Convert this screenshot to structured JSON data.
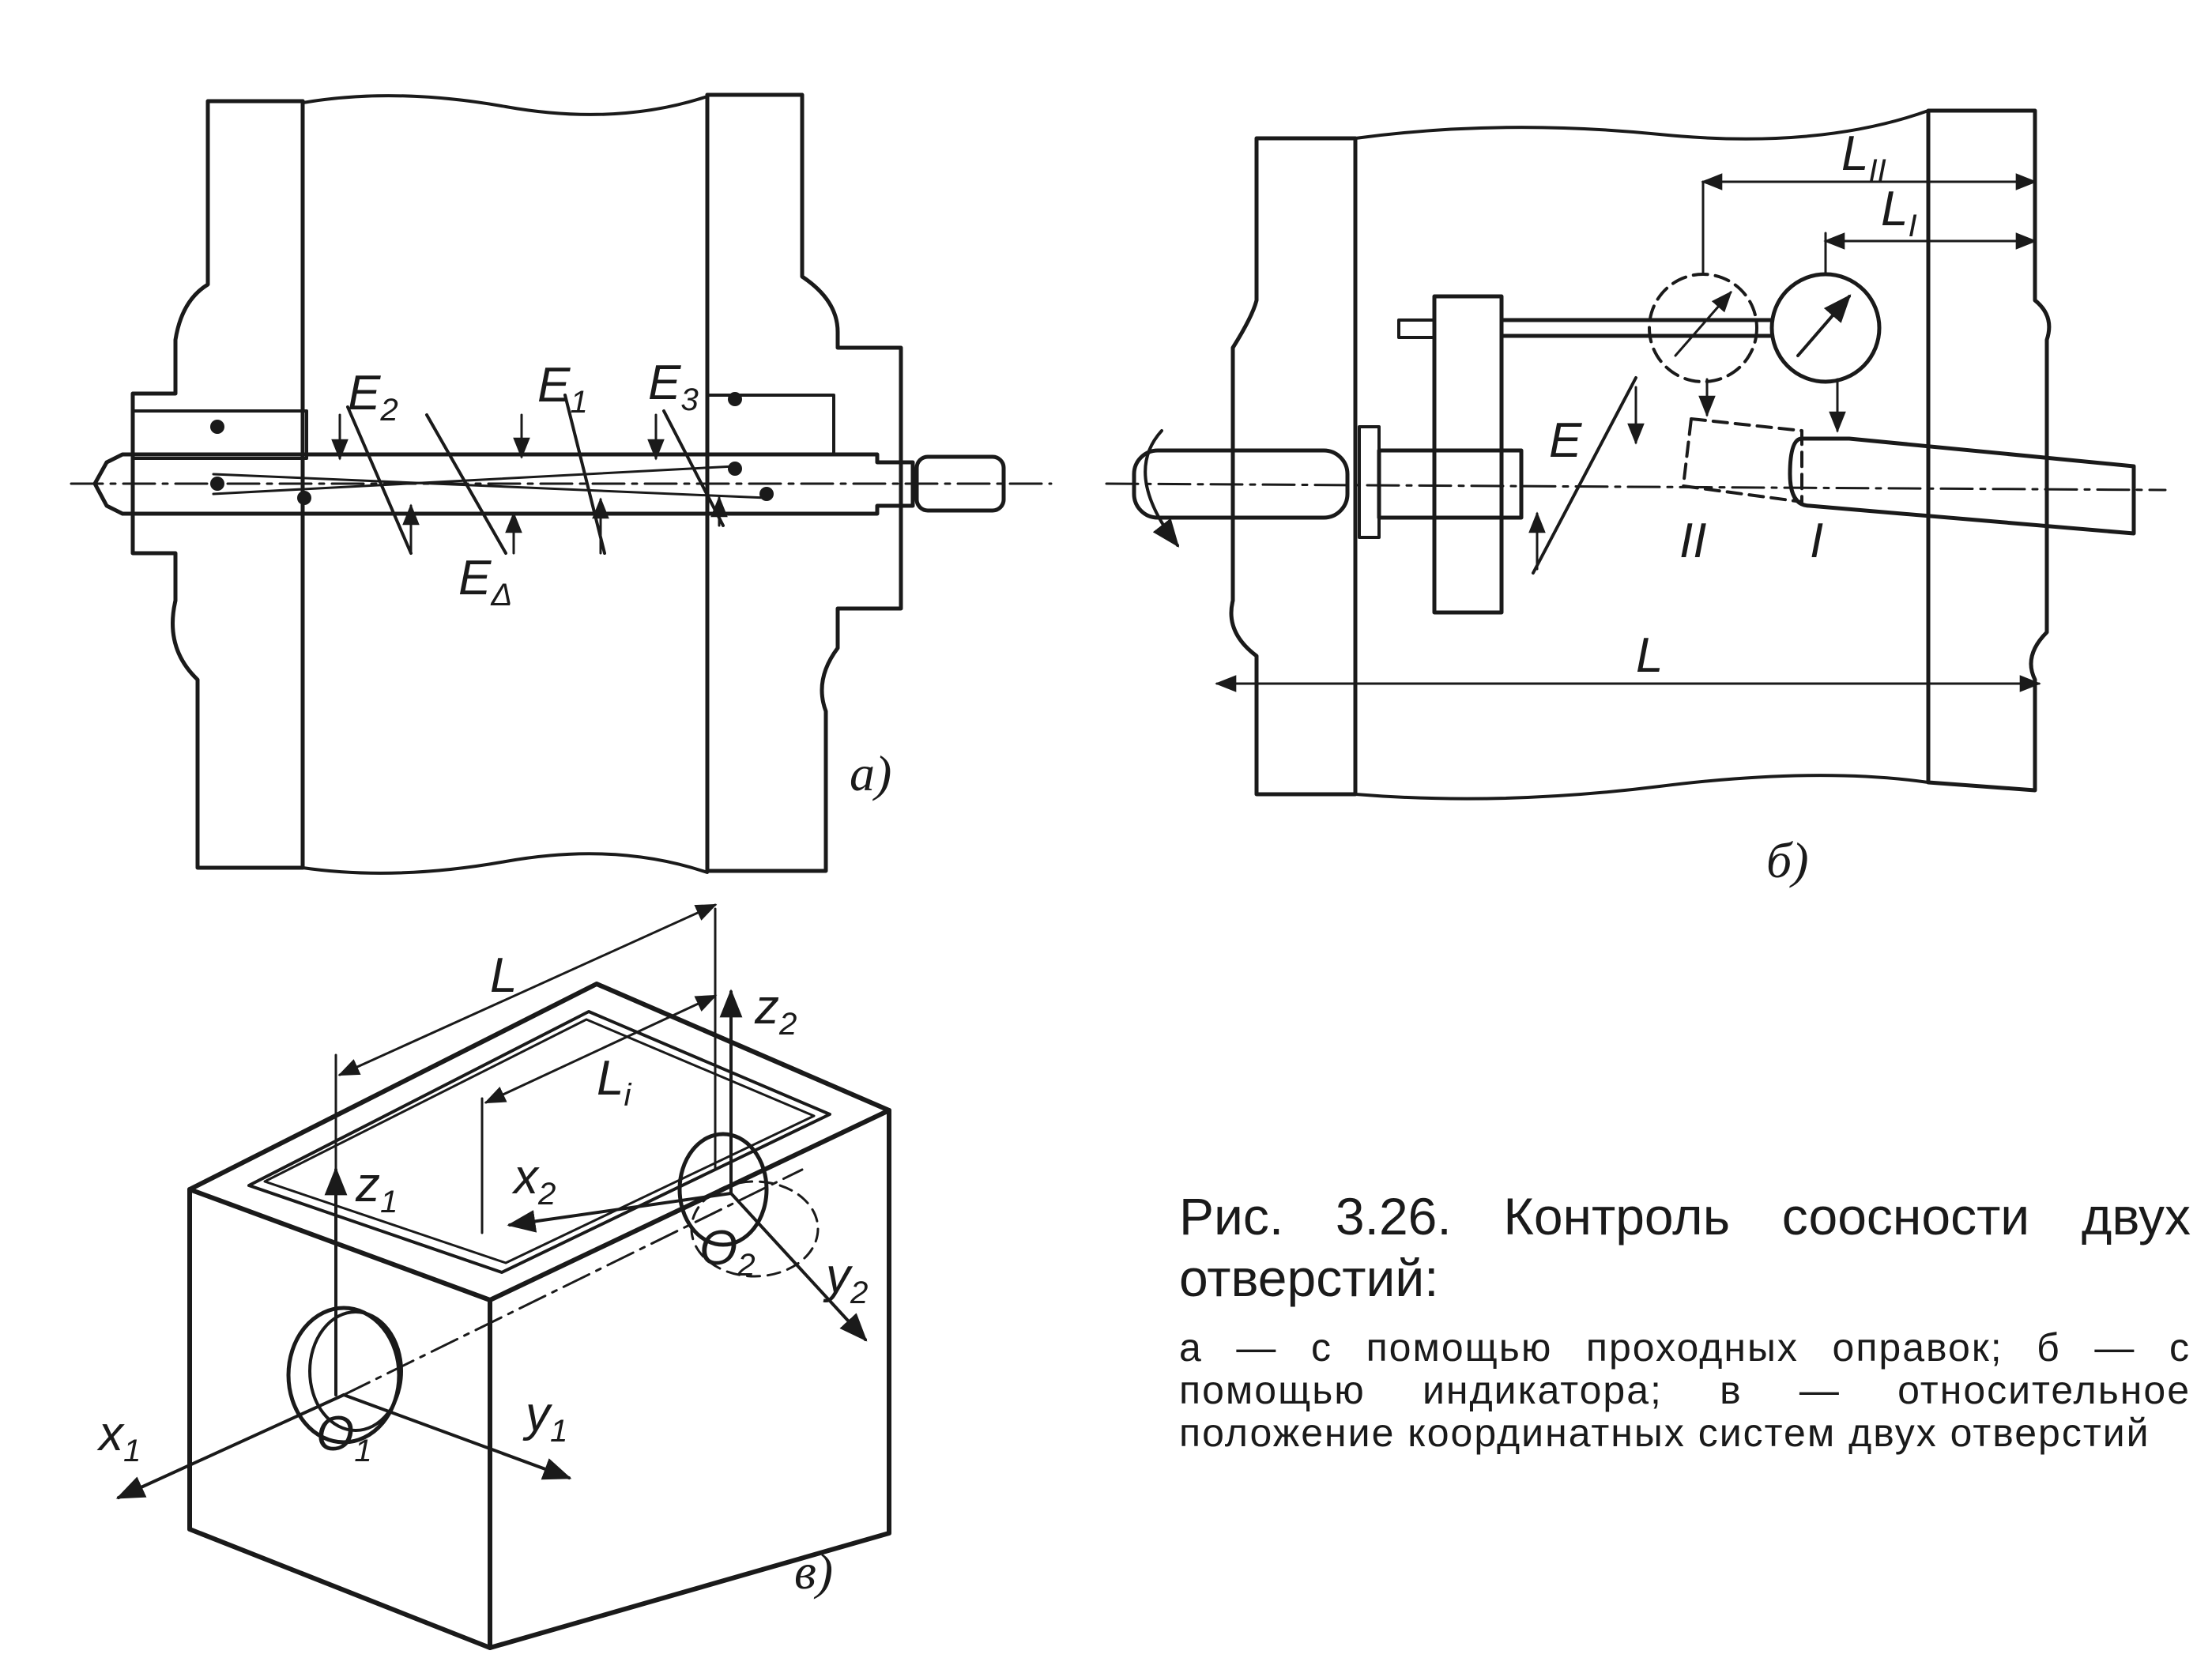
{
  "caption": {
    "title": "Рис. 3.26. Контроль соосности двух отверстий:",
    "body": "а — с помощью проходных оправок; б — с помощью индикатора; в — относительное положение координатных систем двух отверстий"
  },
  "panel_a": {
    "label": "а)",
    "e2": {
      "base": "E",
      "sub": "2"
    },
    "e1": {
      "base": "E",
      "sub": "1"
    },
    "e3": {
      "base": "E",
      "sub": "3"
    },
    "ed": {
      "base": "E",
      "sub": "Δ"
    }
  },
  "panel_b": {
    "label": "б)",
    "l2": {
      "base": "L",
      "sub": "II"
    },
    "l1": {
      "base": "L",
      "sub": "I"
    },
    "e": "E",
    "pos2": "II",
    "pos1": "I",
    "l": "L"
  },
  "panel_c": {
    "label": "в)",
    "l": "L",
    "li": {
      "base": "L",
      "sub": "i"
    },
    "z1": {
      "base": "z",
      "sub": "1"
    },
    "z2": {
      "base": "z",
      "sub": "2"
    },
    "x1": {
      "base": "x",
      "sub": "1"
    },
    "x2": {
      "base": "x",
      "sub": "2"
    },
    "y1": {
      "base": "y",
      "sub": "1"
    },
    "y2": {
      "base": "y",
      "sub": "2"
    },
    "o1": {
      "base": "O",
      "sub": "1"
    },
    "o2": {
      "base": "O",
      "sub": "2"
    }
  }
}
